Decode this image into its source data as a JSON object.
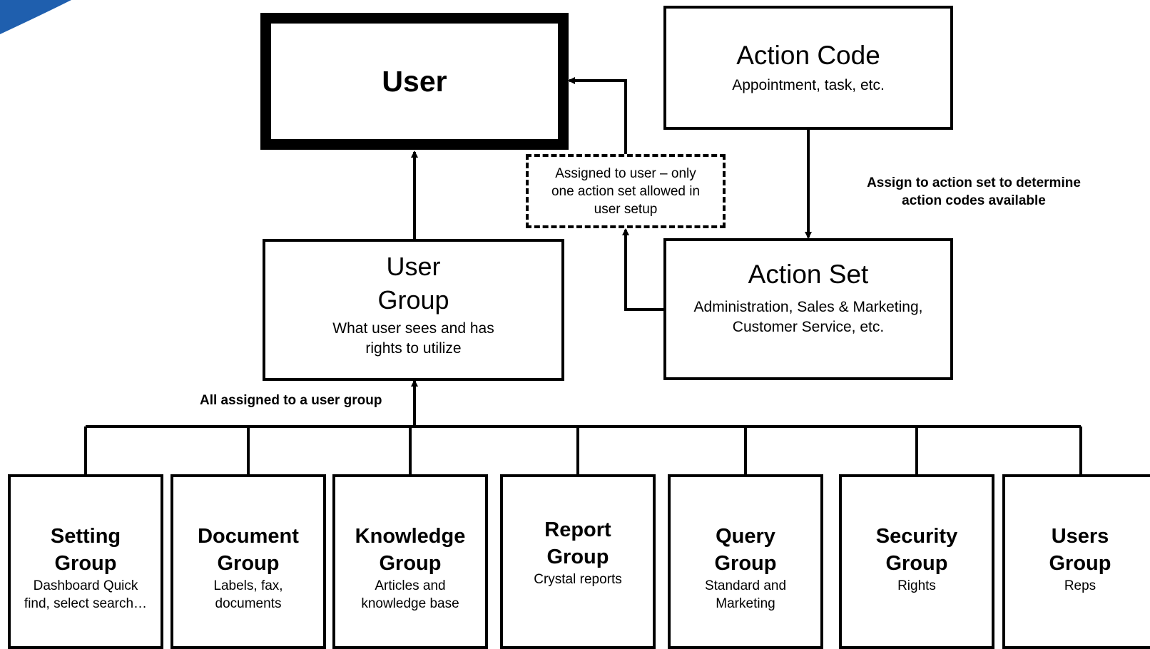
{
  "nodes": {
    "user": {
      "title": "User"
    },
    "action_code": {
      "title": "Action Code",
      "description": "Appointment, task, etc."
    },
    "assigned_note": {
      "text": "Assigned to user – only one action set allowed in user setup"
    },
    "user_group": {
      "title": "User Group",
      "description": "What user sees and has rights to utilize"
    },
    "action_set": {
      "title": "Action Set",
      "description": "Administration, Sales & Marketing, Customer Service, etc."
    }
  },
  "labels": {
    "assign_action_set": "Assign to action set to determine action codes available",
    "all_assigned": "All assigned to a user group"
  },
  "groups": [
    {
      "title": "Setting Group",
      "description": "Dashboard Quick find, select search…"
    },
    {
      "title": "Document Group",
      "description": "Labels, fax, documents"
    },
    {
      "title": "Knowledge Group",
      "description": "Articles and knowledge base"
    },
    {
      "title": "Report Group",
      "description": "Crystal reports"
    },
    {
      "title": "Query Group",
      "description": "Standard and Marketing"
    },
    {
      "title": "Security Group",
      "description": "Rights"
    },
    {
      "title": "Users Group",
      "description": "Reps"
    }
  ],
  "colors": {
    "line": "#000000",
    "accent": "#1f5fae",
    "background": "#ffffff"
  }
}
